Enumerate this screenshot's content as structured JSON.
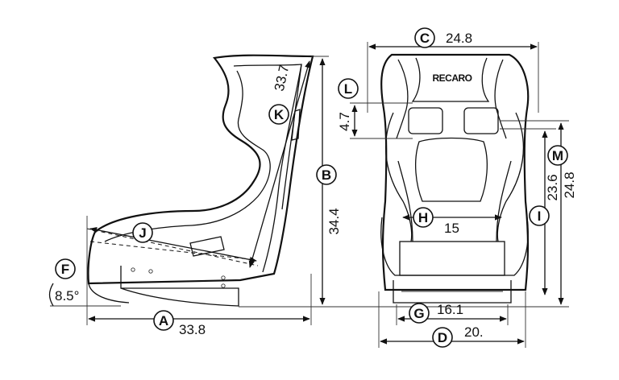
{
  "brand_logo": "RECARO",
  "dimensions": {
    "A": {
      "letter": "A",
      "value": "33.8"
    },
    "B": {
      "letter": "B",
      "value": "34.4"
    },
    "C": {
      "letter": "C",
      "value": "24.8"
    },
    "D": {
      "letter": "D",
      "value": "20."
    },
    "F": {
      "letter": "F",
      "value": "8.5°"
    },
    "G": {
      "letter": "G",
      "value": "16.1"
    },
    "H": {
      "letter": "H",
      "value": "15"
    },
    "I": {
      "letter": "I",
      "value": "23.6"
    },
    "J": {
      "letter": "J"
    },
    "K": {
      "letter": "K",
      "value": "33.7"
    },
    "L": {
      "letter": "L",
      "value": "4.7"
    },
    "M": {
      "letter": "M",
      "value": "24.8"
    }
  }
}
